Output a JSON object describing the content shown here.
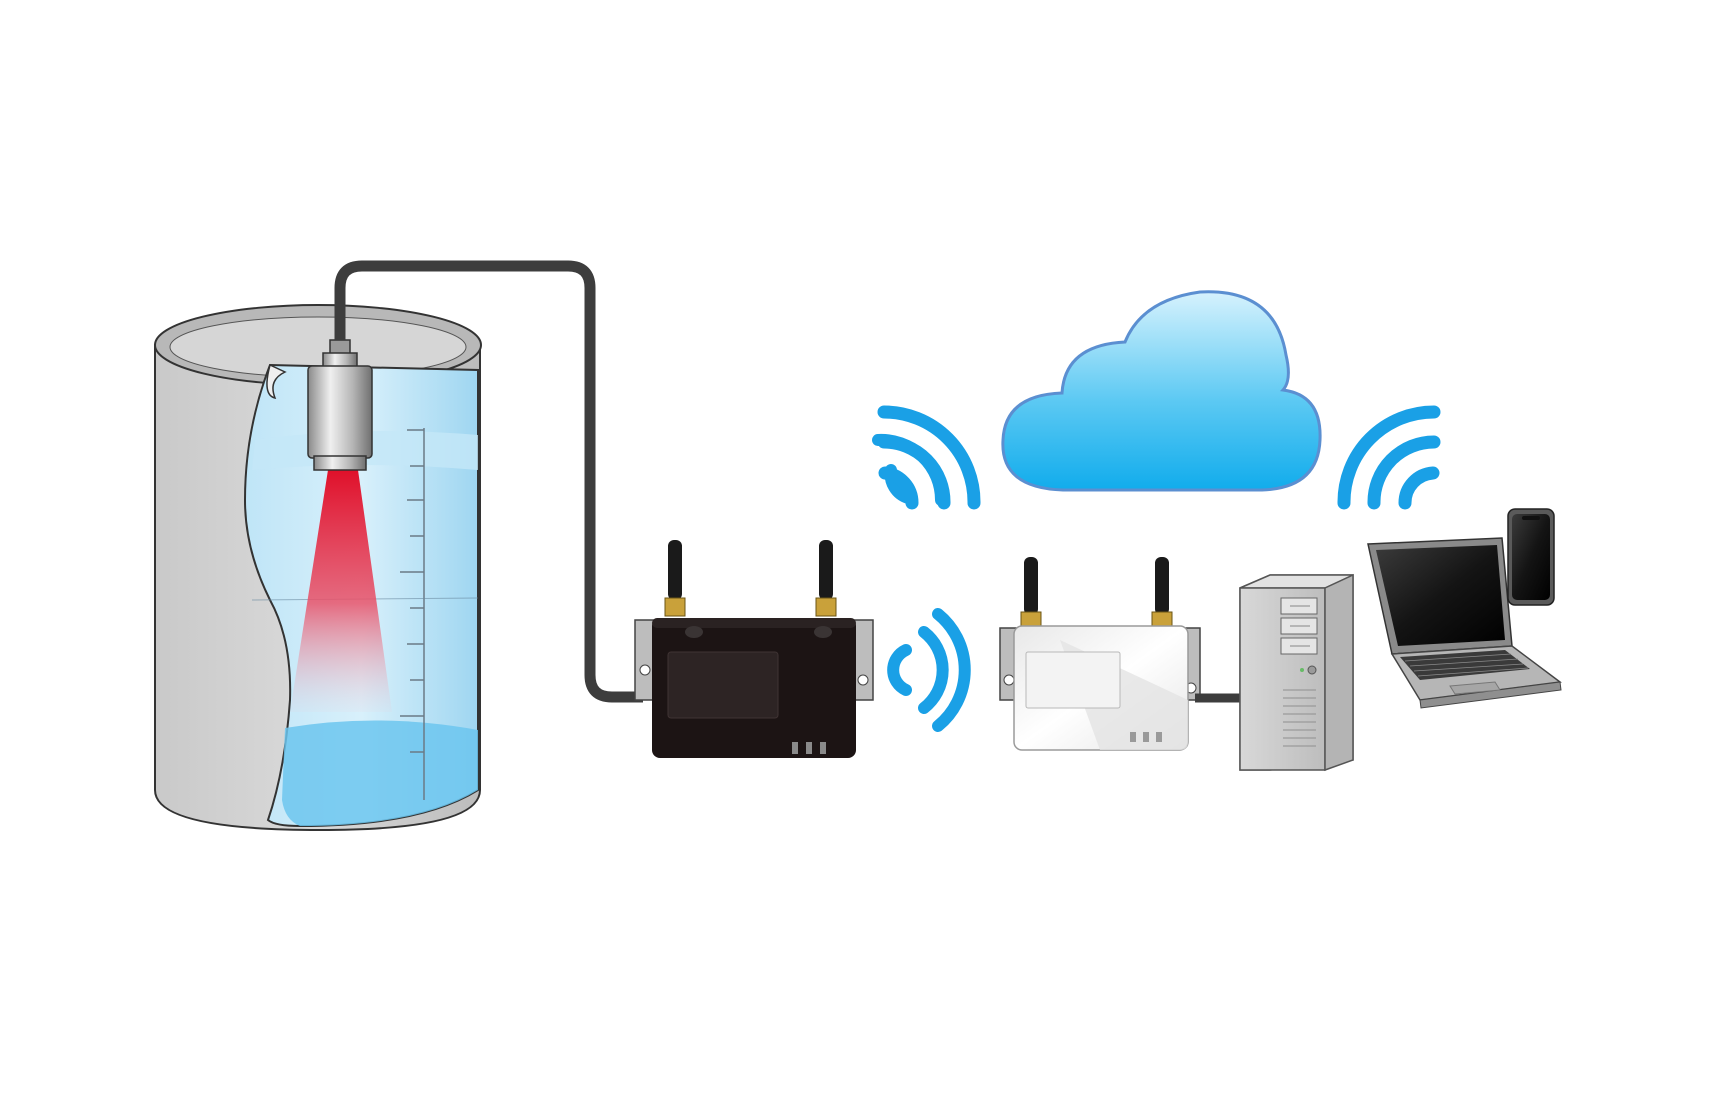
{
  "diagram": {
    "components": [
      {
        "id": "tank",
        "icon": "liquid-tank-icon"
      },
      {
        "id": "sensor",
        "icon": "laser-level-sensor-icon"
      },
      {
        "id": "sensor-cable",
        "icon": "cable-icon"
      },
      {
        "id": "transmitter",
        "icon": "wireless-transmitter-icon"
      },
      {
        "id": "gateway",
        "icon": "wireless-gateway-icon"
      },
      {
        "id": "pc",
        "icon": "desktop-tower-icon"
      },
      {
        "id": "laptop",
        "icon": "laptop-icon"
      },
      {
        "id": "phone",
        "icon": "smartphone-icon"
      },
      {
        "id": "cloud",
        "icon": "cloud-icon"
      }
    ],
    "links": [
      {
        "from": "sensor",
        "to": "transmitter",
        "kind": "wired"
      },
      {
        "from": "transmitter",
        "to": "gateway",
        "kind": "wireless"
      },
      {
        "from": "transmitter",
        "to": "cloud",
        "kind": "wireless"
      },
      {
        "from": "gateway",
        "to": "pc",
        "kind": "wired"
      },
      {
        "from": "cloud",
        "to": "laptop",
        "kind": "wireless"
      }
    ],
    "colors": {
      "signal": "#1aa0e6",
      "cloud_top": "#c6ecfb",
      "cloud_bottom": "#1fb3ee",
      "cloud_outline": "#5b8fd1",
      "laser": "#e0102a",
      "liquid": "#a9dcf4",
      "tank_shell": "#cfcfcf",
      "transmitter_body": "#1c1414",
      "gateway_body": "#f2f2f2",
      "antenna_ring": "#c9a13a"
    }
  }
}
